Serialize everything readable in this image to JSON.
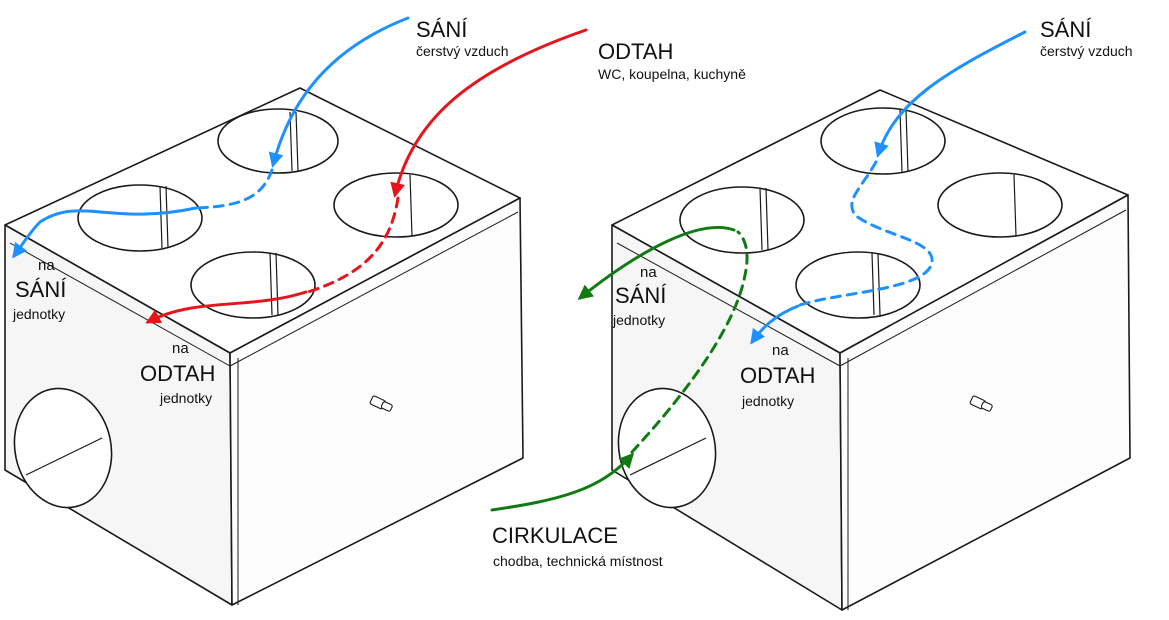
{
  "left_box": {
    "intake": {
      "label": "SÁNÍ",
      "sub": "čerstvý vzduch"
    },
    "exhaust": {
      "label": "ODTAH",
      "sub": "WC, koupelna, kuchyně"
    },
    "to_unit_intake": {
      "pre": "na",
      "label": "SÁNÍ",
      "post": "jednotky"
    },
    "to_unit_exhaust": {
      "pre": "na",
      "label": "ODTAH",
      "post": "jednotky"
    }
  },
  "right_box": {
    "intake": {
      "label": "SÁNÍ",
      "sub": "čerstvý vzduch"
    },
    "to_unit_intake": {
      "pre": "na",
      "label": "SÁNÍ",
      "post": "jednotky"
    },
    "to_unit_exhaust": {
      "pre": "na",
      "label": "ODTAH",
      "post": "jednotky"
    },
    "circulation": {
      "label": "CIRKULACE",
      "sub": "chodba, technická místnost"
    }
  },
  "colors": {
    "intake_arrow": "#1e90ff",
    "exhaust_arrow": "#e8141b",
    "circulation_arrow": "#127a12",
    "outline": "#1a1a1a"
  }
}
